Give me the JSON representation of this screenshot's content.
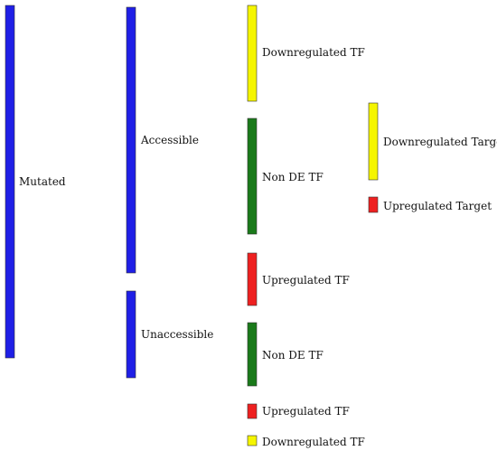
{
  "colors": {
    "link": "#c8c8c8",
    "link_highlight": "#7a7a7a",
    "blue": "#1f1fe6",
    "green": "#1a7a1a",
    "red": "#ee2020",
    "yellow": "#f5f500",
    "stroke": "#333333"
  },
  "nodes": [
    {
      "id": "mutated",
      "label": "Mutated",
      "color": "blue"
    },
    {
      "id": "accessible",
      "label": "Accessible",
      "color": "blue"
    },
    {
      "id": "unaccessible",
      "label": "Unaccessible",
      "color": "blue"
    },
    {
      "id": "acc-down-tf",
      "label": "Downregulated TF",
      "color": "yellow"
    },
    {
      "id": "acc-nonde-tf",
      "label": "Non DE TF",
      "color": "green"
    },
    {
      "id": "acc-up-tf",
      "label": "Upregulated TF",
      "color": "red"
    },
    {
      "id": "un-nonde-tf",
      "label": "Non DE TF",
      "color": "green"
    },
    {
      "id": "un-up-tf",
      "label": "Upregulated TF",
      "color": "red"
    },
    {
      "id": "un-down-tf",
      "label": "Downregulated TF",
      "color": "yellow"
    },
    {
      "id": "down-target",
      "label": "Downregulated Target",
      "color": "yellow"
    },
    {
      "id": "up-target",
      "label": "Upregulated Target",
      "color": "red"
    }
  ]
}
